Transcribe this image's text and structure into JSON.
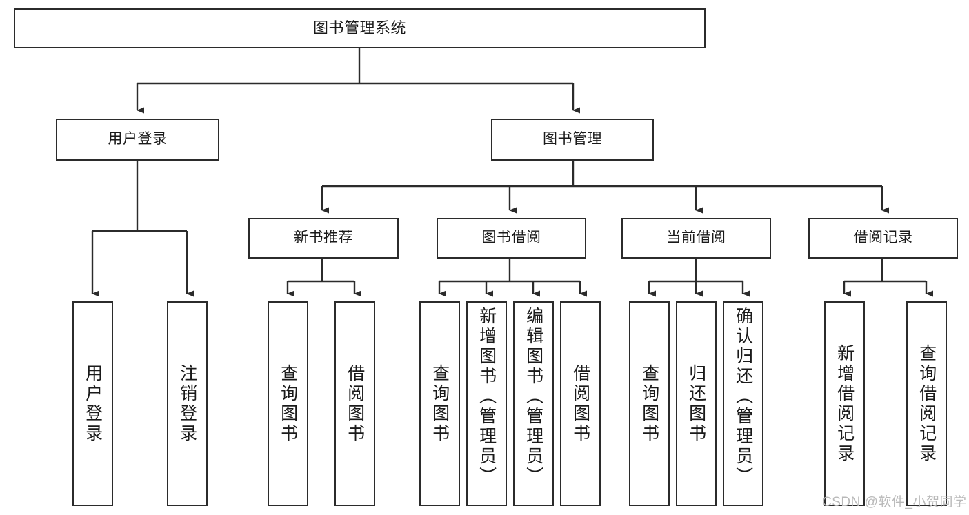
{
  "diagram": {
    "title": "图书管理系统",
    "type": "功能结构图",
    "watermark": "CSDN @软件_小贺同学",
    "colors": {
      "box_border": "#2b2b2b",
      "connector": "#2b2b2b",
      "background": "#ffffff",
      "text": "#1a1a1a",
      "watermark": "#b9b9b9"
    },
    "levels": {
      "root": {
        "label": "图书管理系统"
      },
      "level2": [
        {
          "label": "用户登录"
        },
        {
          "label": "图书管理"
        }
      ],
      "level3": [
        {
          "label": "新书推荐"
        },
        {
          "label": "图书借阅"
        },
        {
          "label": "当前借阅"
        },
        {
          "label": "借阅记录"
        }
      ],
      "leaves": {
        "user_login": [
          {
            "label": "用户登录"
          },
          {
            "label": "注销登录"
          }
        ],
        "new_book": [
          {
            "label": "查询图书"
          },
          {
            "label": "借阅图书"
          }
        ],
        "book_borrow": [
          {
            "label": "查询图书"
          },
          {
            "label": "新增图书（管理员）"
          },
          {
            "label": "编辑图书（管理员）"
          },
          {
            "label": "借阅图书"
          }
        ],
        "current_borrow": [
          {
            "label": "查询图书"
          },
          {
            "label": "归还图书"
          },
          {
            "label": "确认归还（管理员）"
          }
        ],
        "borrow_record": [
          {
            "label": "新增借阅记录"
          },
          {
            "label": "查询借阅记录"
          }
        ]
      }
    }
  }
}
